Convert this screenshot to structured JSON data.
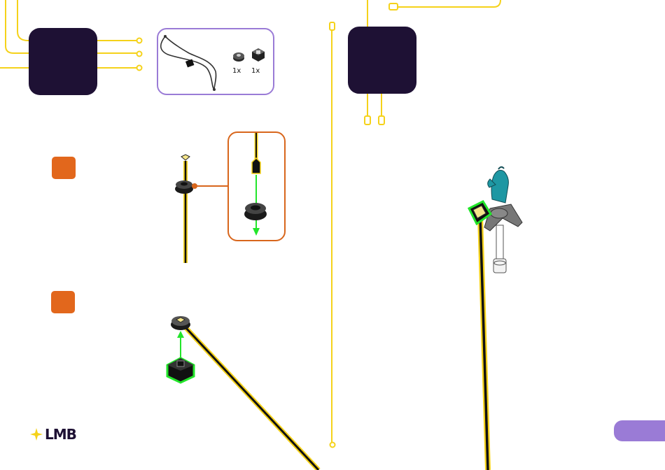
{
  "parts_box": {
    "items": [
      {
        "icon": "cable-with-clip-icon",
        "quantity": ""
      },
      {
        "icon": "round-bushing-icon",
        "quantity": "1x"
      },
      {
        "icon": "square-clip-icon",
        "quantity": "1x"
      }
    ]
  },
  "logo": {
    "text": "LMB",
    "mark": "star-icon"
  },
  "colors": {
    "dark": "#1e1134",
    "step": "#e2671c",
    "accent_purple": "#9a7bd6",
    "cable_yellow": "#f5d21a",
    "arrow_green": "#22e52a",
    "callout_orange": "#d8661c",
    "part_teal": "#1e97a3"
  }
}
